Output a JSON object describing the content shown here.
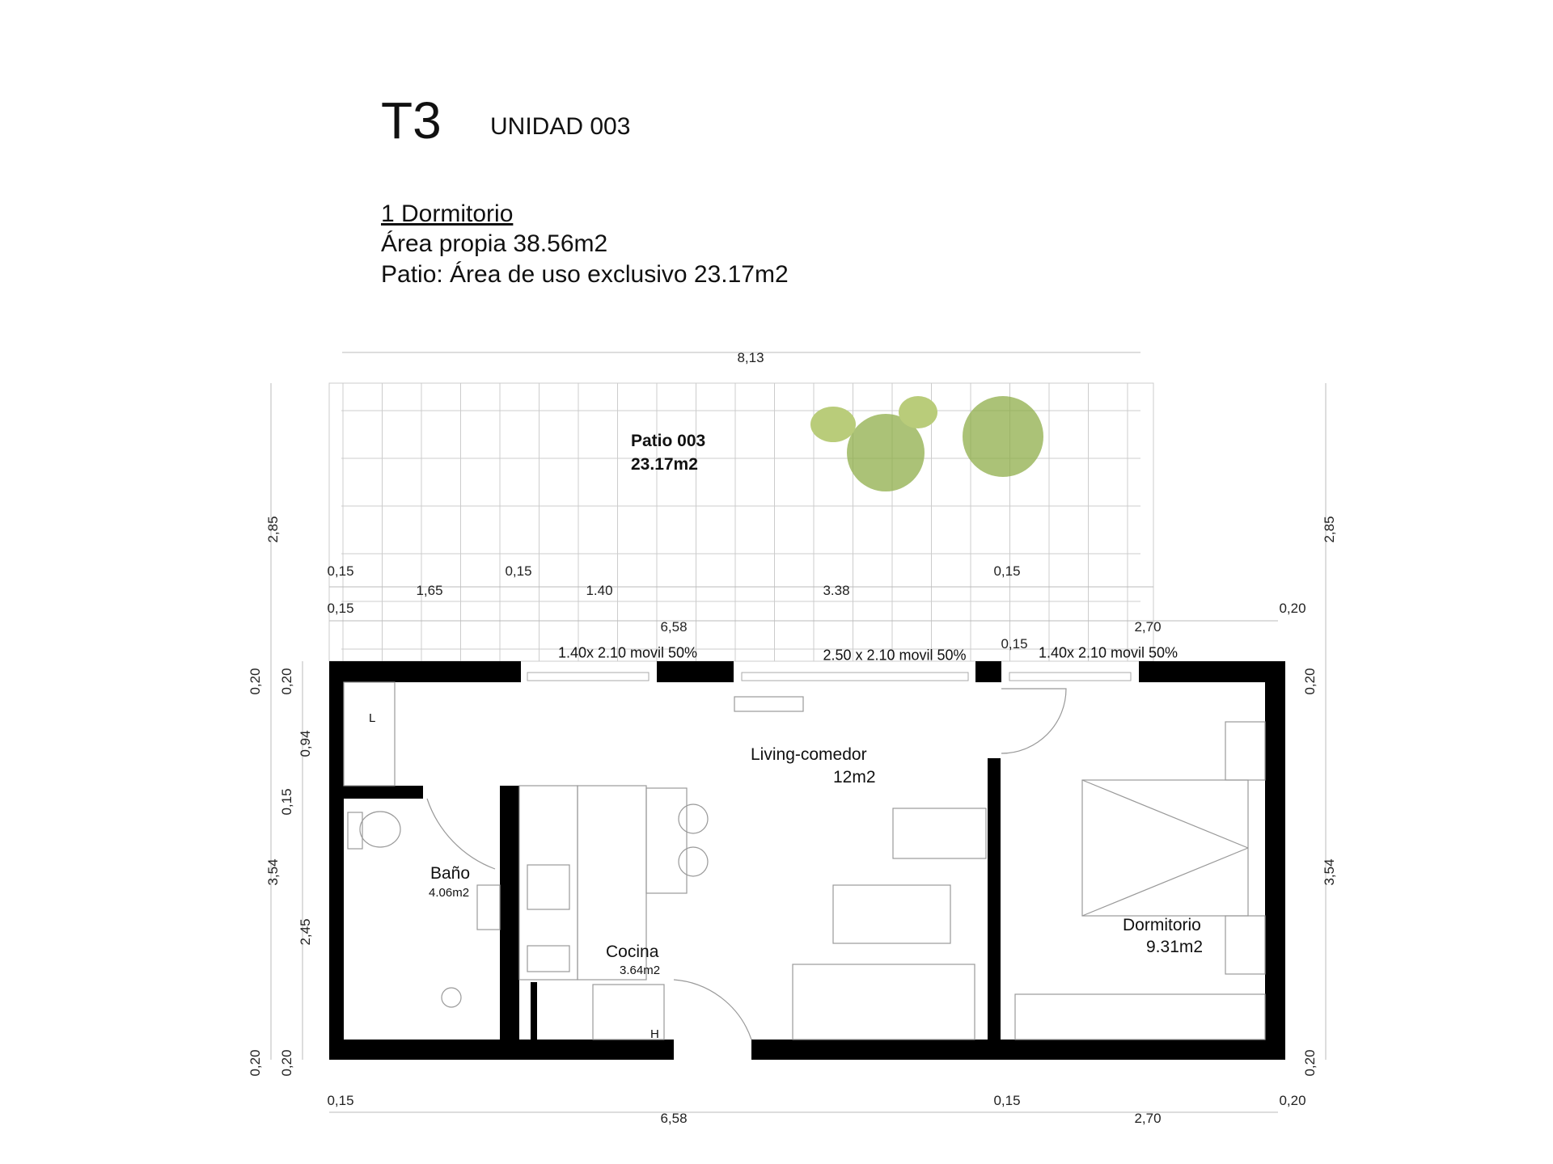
{
  "header": {
    "type_code": "T3",
    "unit": "UNIDAD 003"
  },
  "info": {
    "bedrooms": "1 Dormitorio",
    "own_area": "Área propia 38.56m2",
    "patio_area": "Patio: Área de uso exclusivo 23.17m2"
  },
  "patio": {
    "name": "Patio 003",
    "area": "23.17m2"
  },
  "rooms": {
    "living": {
      "name": "Living-comedor",
      "area": "12m2"
    },
    "bath": {
      "name": "Baño",
      "area": "4.06m2"
    },
    "kitchen": {
      "name": "Cocina",
      "area": "3.64m2"
    },
    "bedroom": {
      "name": "Dormitorio",
      "area": "9.31m2"
    },
    "laundry_mark": "L",
    "heater_mark": "H"
  },
  "windows": [
    "1.40x 2.10 movil 50%",
    "2.50 x 2.10 movil 50%",
    "1.40x 2.10 movil 50%"
  ],
  "dimensions": {
    "top_total": "8,13",
    "top_row1": [
      "0,15",
      "0,15",
      "0,15"
    ],
    "top_row2": [
      "1,65",
      "1.40",
      "3.38"
    ],
    "top_row3": [
      "0,15",
      "0,20"
    ],
    "top_row4": [
      "6,58",
      "2,70"
    ],
    "pillar": "0,15",
    "left": [
      "2,85",
      "0,20",
      "0,20",
      "0,94",
      "0,15",
      "3,54",
      "2,45",
      "0,20",
      "0,20"
    ],
    "right": [
      "2,85",
      "0,20",
      "3,54",
      "0,20"
    ],
    "bottom_row1": [
      "0,15",
      "0,15",
      "0,20"
    ],
    "bottom_row2": [
      "6,58",
      "2,70"
    ]
  }
}
